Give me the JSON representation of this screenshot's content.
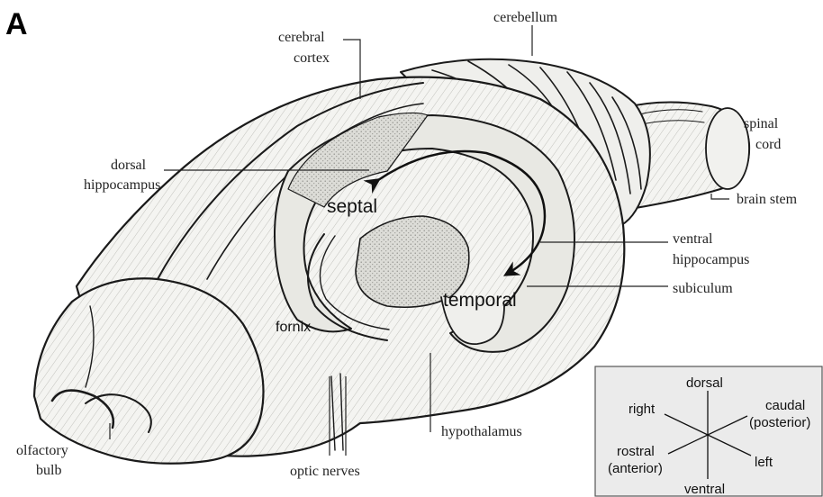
{
  "figure": {
    "panel_letter": "A",
    "colors": {
      "outline": "#1a1a1a",
      "tissue_fill": "#f4f4f1",
      "hippocampus_fill": "#e6e6e1",
      "stipple_fill": "#c9c9c4",
      "inset_background": "#ebebeb",
      "inset_border": "#555555"
    }
  },
  "labels": {
    "cerebral_cortex": [
      "cerebral",
      "cortex"
    ],
    "cerebellum": "cerebellum",
    "spinal_cord": [
      "spinal",
      "cord"
    ],
    "dorsal_hippocampus": [
      "dorsal",
      "hippocampus"
    ],
    "brain_stem": "brain stem",
    "ventral_hippocampus": [
      "ventral",
      "hippocampus"
    ],
    "subiculum": "subiculum",
    "olfactory_bulb": [
      "olfactory",
      "bulb"
    ],
    "optic_nerves": "optic nerves",
    "hypothalamus": "hypothalamus"
  },
  "annotations": {
    "septal": "septal",
    "temporal": "temporal",
    "fornix": "fornix"
  },
  "orientation_key": {
    "dorsal": "dorsal",
    "ventral": "ventral",
    "right": "right",
    "left": "left",
    "caudal": [
      "caudal",
      "(posterior)"
    ],
    "rostral": [
      "rostral",
      "(anterior)"
    ]
  }
}
